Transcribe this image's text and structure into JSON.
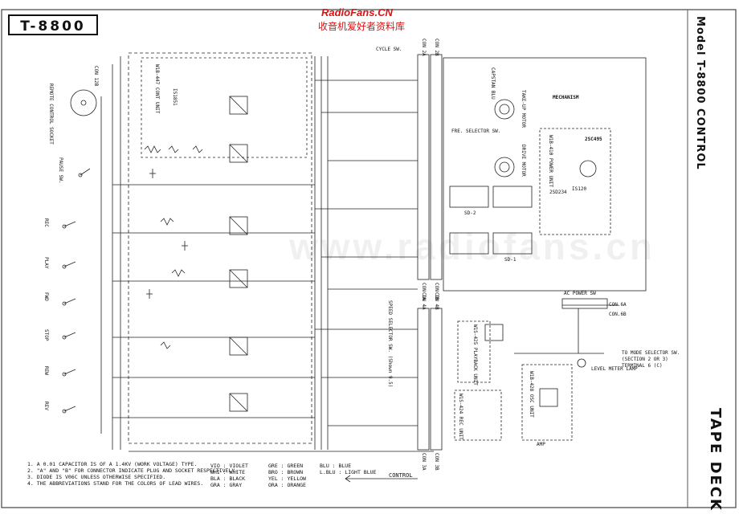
{
  "header": {
    "model_label": "T-8800",
    "title": "Model T-8800 CONTROL",
    "footer_title": "TAPE DECK"
  },
  "watermark": {
    "site": "RadioFans.CN",
    "tagline": "收音机爱好者资料库",
    "ghost": "www.radiofans.cn"
  },
  "sockets": {
    "remote": "REMOTE CONTROL SOCKET",
    "con12b": "CON 12B"
  },
  "switches": [
    "PAUSE SW.",
    "REC",
    "PLAY",
    "FWD",
    "STOP",
    "REW",
    "REV",
    "CYCLE SW.",
    "SPEED SELECTOR SW. (Shown 9.5)",
    "FRE. SELECTOR SW."
  ],
  "units": {
    "control": "W1B-447 CONT UNIT",
    "playback": "W1S-425 PLAYBACK UNIT",
    "rec": "W1S-424 REC UNIT",
    "osc": "W1B-428 OSC UNIT",
    "power": "W1B-410 POWER UNIT",
    "amp": "AMP",
    "mechanism": "MECHANISM"
  },
  "parts": {
    "motor": "DRIVE MOTOR",
    "capstan": "CAPSTAN BLU",
    "takeup": "TAKE-UP MOTOR",
    "transistor": "2SC495",
    "transistor2": "2SD234",
    "diode": "IS120",
    "diode2": "IS1851",
    "lamp": "LEVEL METER LAMP",
    "power_sw": "AC POWER SW",
    "sd1": "SD-1",
    "sd2": "SD-2"
  },
  "connectors": {
    "con2a": "CON 2A",
    "con2b": "CON 2B",
    "con1a": "CON 1A",
    "con1b": "CON 1B",
    "con4a": "CON 4A",
    "con4b": "CON 4B",
    "con3a": "CON 3A",
    "con3b": "CON 3B",
    "con6a": "CON.6A",
    "con6b": "CON.6B"
  },
  "mode_note": "TO MODE SELECTOR SW. (SECTION 2 OR 3) TERMINAL 6 (C)",
  "control_label": "CONTROL",
  "notes": [
    "1. A 0.01 CAPACITOR IS OF A 1.4KV (WORK VOLTAGE) TYPE.",
    "2. \"A\" AND \"B\" FOR CONNECTOR INDICATE PLUG AND SOCKET RESPECTIVELY.",
    "3. DIODE IS V06C UNLESS OTHERWISE SPECIFIED.",
    "4. THE ABBREVIATIONS STAND FOR THE COLORS OF LEAD WIRES."
  ],
  "color_legend": {
    "col1": [
      "VIO : VIOLET",
      "WHI : WHITE",
      "BLA : BLACK",
      "GRA : GRAY"
    ],
    "col2": [
      "GRE : GREEN",
      "BRO : BROWN",
      "YEL : YELLOW",
      "ORA : ORANGE"
    ],
    "col3": [
      "BLU : BLUE",
      "L.BLU : LIGHT BLUE"
    ]
  }
}
